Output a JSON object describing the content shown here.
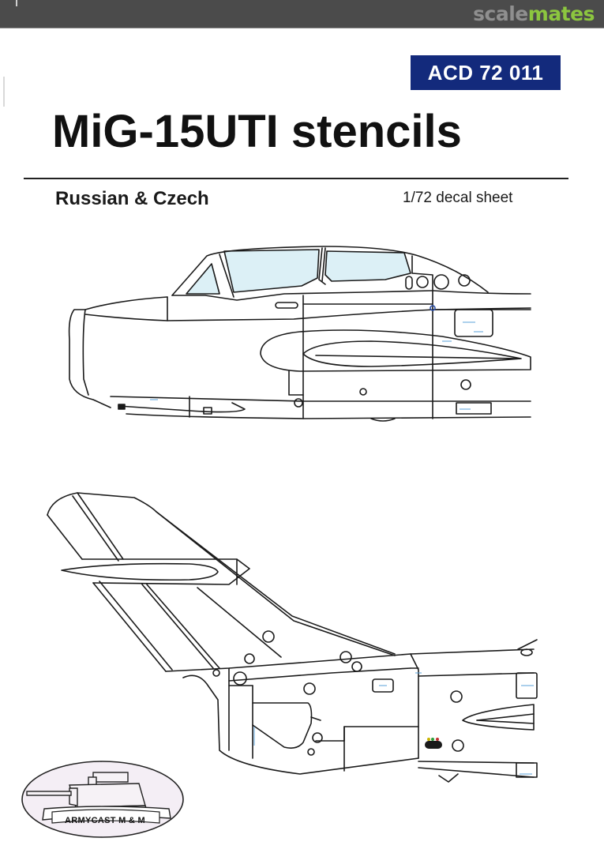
{
  "header": {
    "brand_part1": "scale",
    "brand_part2": "mates",
    "brand_colors": {
      "gray": "#8f8f8f",
      "green": "#8cc63f",
      "bar": "#4b4b4b"
    }
  },
  "sheet": {
    "code": "ACD 72 011",
    "code_bg": "#132a7c",
    "title": "MiG-15UTI stencils",
    "subtitle": "Russian & Czech",
    "scale_label": "1/72 decal sheet"
  },
  "drawings": [
    {
      "name": "forward-fuselage-side-view",
      "description": "MiG-15UTI nose and tandem canopy side profile"
    },
    {
      "name": "tail-side-view",
      "description": "MiG-15UTI vertical fin and rear fuselage side profile"
    }
  ],
  "logo": {
    "text": "ARMYCAST M & M"
  }
}
